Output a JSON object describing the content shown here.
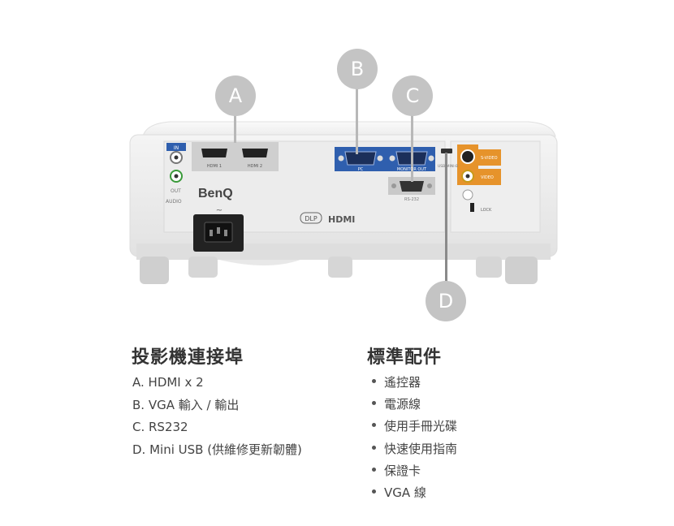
{
  "callouts": {
    "a": "A",
    "b": "B",
    "c": "C",
    "d": "D"
  },
  "panel": {
    "in_label": "IN",
    "out_label": "OUT",
    "audio_label": "AUDIO",
    "hdmi1_label": "HDMI 1",
    "hdmi2_label": "HDMI 2",
    "brand": "BenQ",
    "pc_label": "PC",
    "monitor_out_label": "MONITOR OUT",
    "rs232_label": "RS-232",
    "usb_label": "USB MINI-B",
    "svideo_label": "S-VIDEO",
    "video_label": "VIDEO",
    "lock_label": "LOCK",
    "dlp_label": "DLP",
    "hdmi_logo": "HDMI",
    "ac_symbol": "~"
  },
  "ports": {
    "title": "投影機連接埠",
    "items": [
      "A. HDMI x 2",
      "B. VGA 輸入 / 輸出",
      "C. RS232",
      "D. Mini USB (供維修更新韌體)"
    ]
  },
  "accessories": {
    "title": "標準配件",
    "items": [
      "遙控器",
      "電源線",
      "使用手冊光碟",
      "快速使用指南",
      "保證卡",
      "VGA 線"
    ]
  },
  "colors": {
    "callout": "#c4c4c4",
    "vga_blue": "#2f5fae",
    "svideo_orange": "#e6932b",
    "hdmi_panel": "#cfcfcf"
  }
}
